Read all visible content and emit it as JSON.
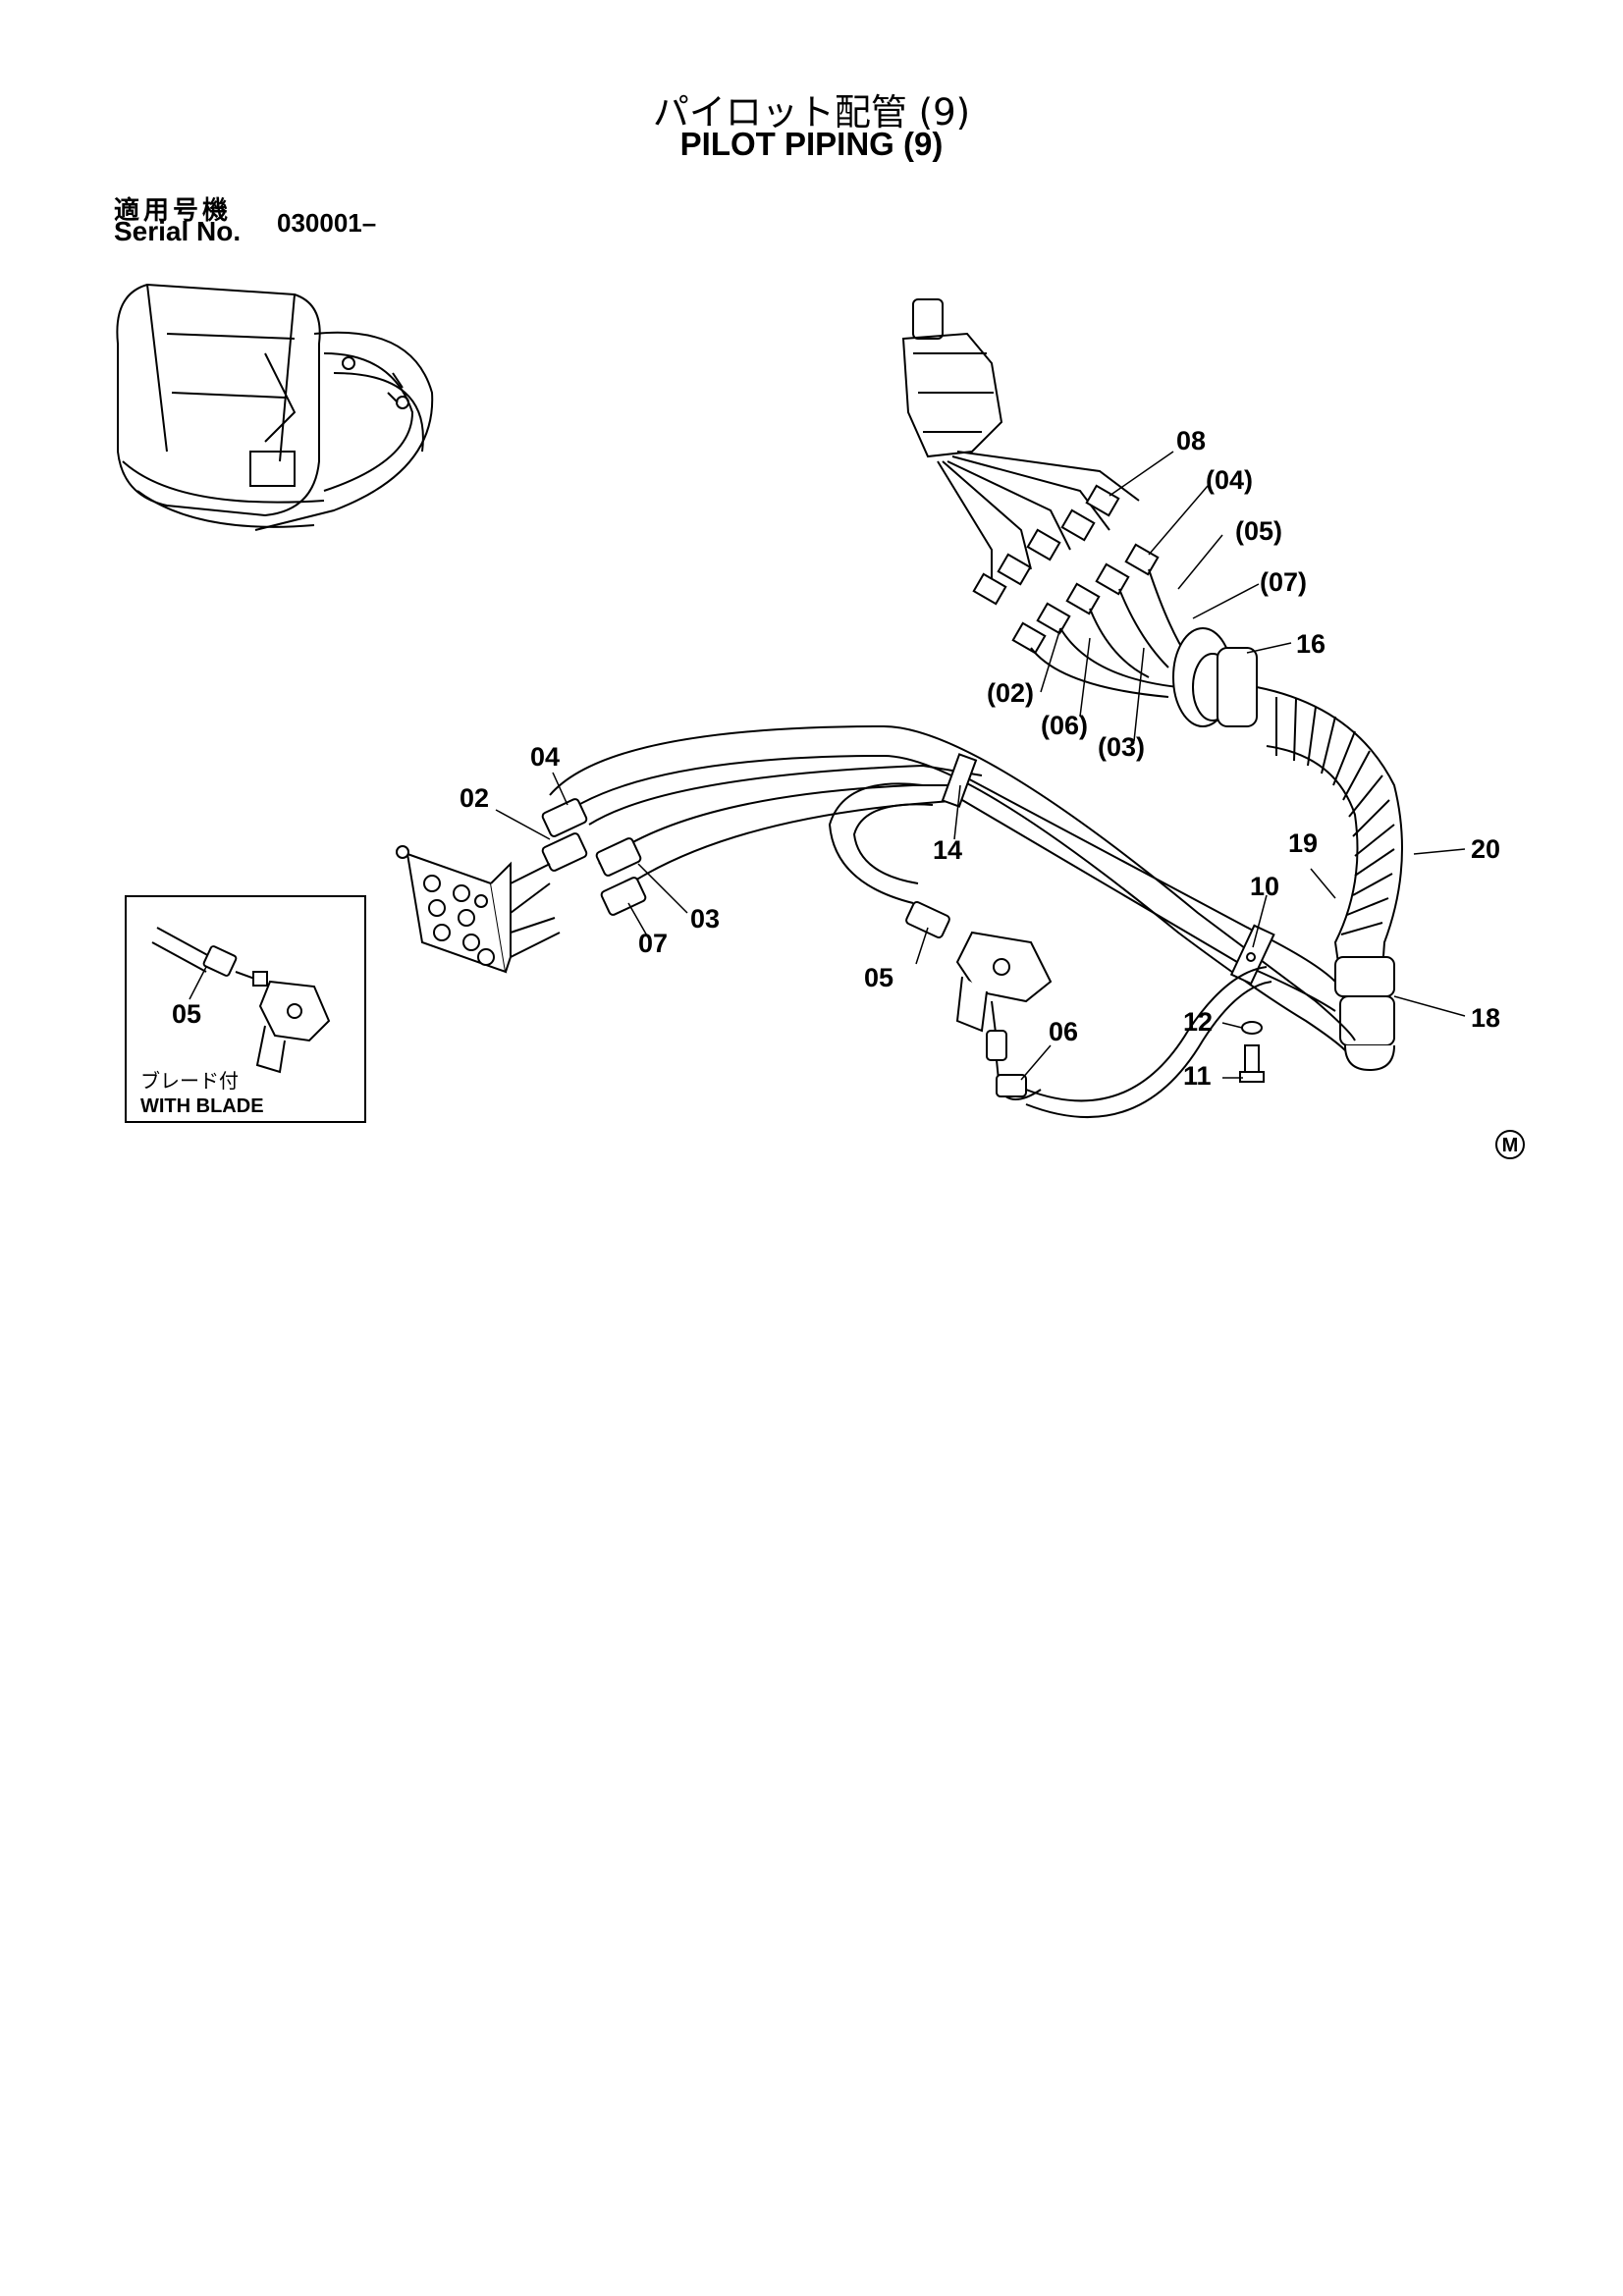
{
  "title": {
    "japanese": "パイロット配管 (9)",
    "english": "PILOT   PIPING (9)"
  },
  "serial": {
    "label_jp": "適用号機",
    "label_en": "Serial No.",
    "value": "030001–"
  },
  "callouts": {
    "c08": "08",
    "c04p": "(04)",
    "c05p": "(05)",
    "c07p": "(07)",
    "c16": "16",
    "c02p": "(02)",
    "c06p": "(06)",
    "c03p": "(03)",
    "c04": "04",
    "c02": "02",
    "c03": "03",
    "c07": "07",
    "c14": "14",
    "c19": "19",
    "c20": "20",
    "c10": "10",
    "c05": "05",
    "c06": "06",
    "c12": "12",
    "c11": "11",
    "c18": "18"
  },
  "inset": {
    "callout": "05",
    "label_jp": "ブレード付",
    "label_en": "WITH BLADE"
  },
  "marker": "M"
}
